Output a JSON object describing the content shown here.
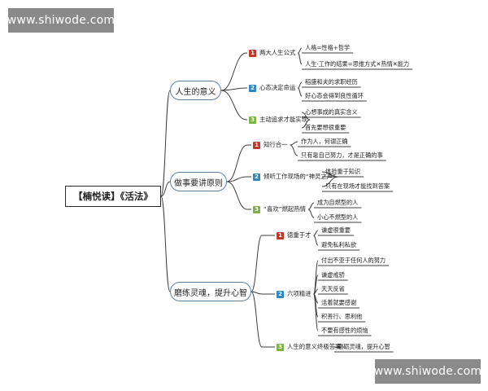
{
  "watermark": {
    "top": "www.shiwode.com",
    "bottom": "www.shiwode.com"
  },
  "root": {
    "label": "【楠悦读】《活法》"
  },
  "colors": {
    "red": "#c0392b",
    "blue": "#2e86c1",
    "green": "#7cb342",
    "line": "#3d3d3d"
  },
  "branches": [
    {
      "label": "人生的意义",
      "subs": [
        {
          "num": "1",
          "color": "red",
          "label": "两大人生公式",
          "leaves": [
            "人格=性格+哲学",
            "人生·工作的结果=思维方式✕热情✕能力"
          ]
        },
        {
          "num": "2",
          "color": "blue",
          "label": "心态决定命运",
          "leaves": [
            "稻盛和夫的求职经历",
            "好心态会得到良性循环"
          ]
        },
        {
          "num": "3",
          "color": "green",
          "label": "主动追求才能实现",
          "leaves": [
            "心想事成的真实含义",
            "首先要想很重要"
          ]
        }
      ]
    },
    {
      "label": "做事要讲原则",
      "subs": [
        {
          "num": "1",
          "color": "red",
          "label": "知行合一",
          "leaves": [
            "作为人，何谓正确",
            "只有靠自己努力，才是正确的事"
          ]
        },
        {
          "num": "2",
          "color": "blue",
          "label": "倾听工作现场的“神灵之声”",
          "leaves": [
            "体验重于知识",
            "只有在现场才能找到答案"
          ]
        },
        {
          "num": "3",
          "color": "green",
          "label": "“喜欢”燃起热情",
          "leaves": [
            "成为自燃型的人",
            "小心不燃型的人"
          ]
        }
      ]
    },
    {
      "label": "磨练灵魂，提升心智",
      "subs": [
        {
          "num": "1",
          "color": "red",
          "label": "德重于才",
          "leaves": [
            "谦虚很重要",
            "避免私利私欲"
          ]
        },
        {
          "num": "2",
          "color": "blue",
          "label": "六项精进",
          "leaves": [
            "付出不亚于任何人的努力",
            "谦虚戒骄",
            "天天反省",
            "活着就要感谢",
            "积善行、思利他",
            "不要有感性的烦恼"
          ]
        },
        {
          "num": "3",
          "color": "green",
          "label": "人生的意义终极答案",
          "leaves": [
            "磨砺灵魂，提升心智"
          ]
        }
      ]
    }
  ]
}
